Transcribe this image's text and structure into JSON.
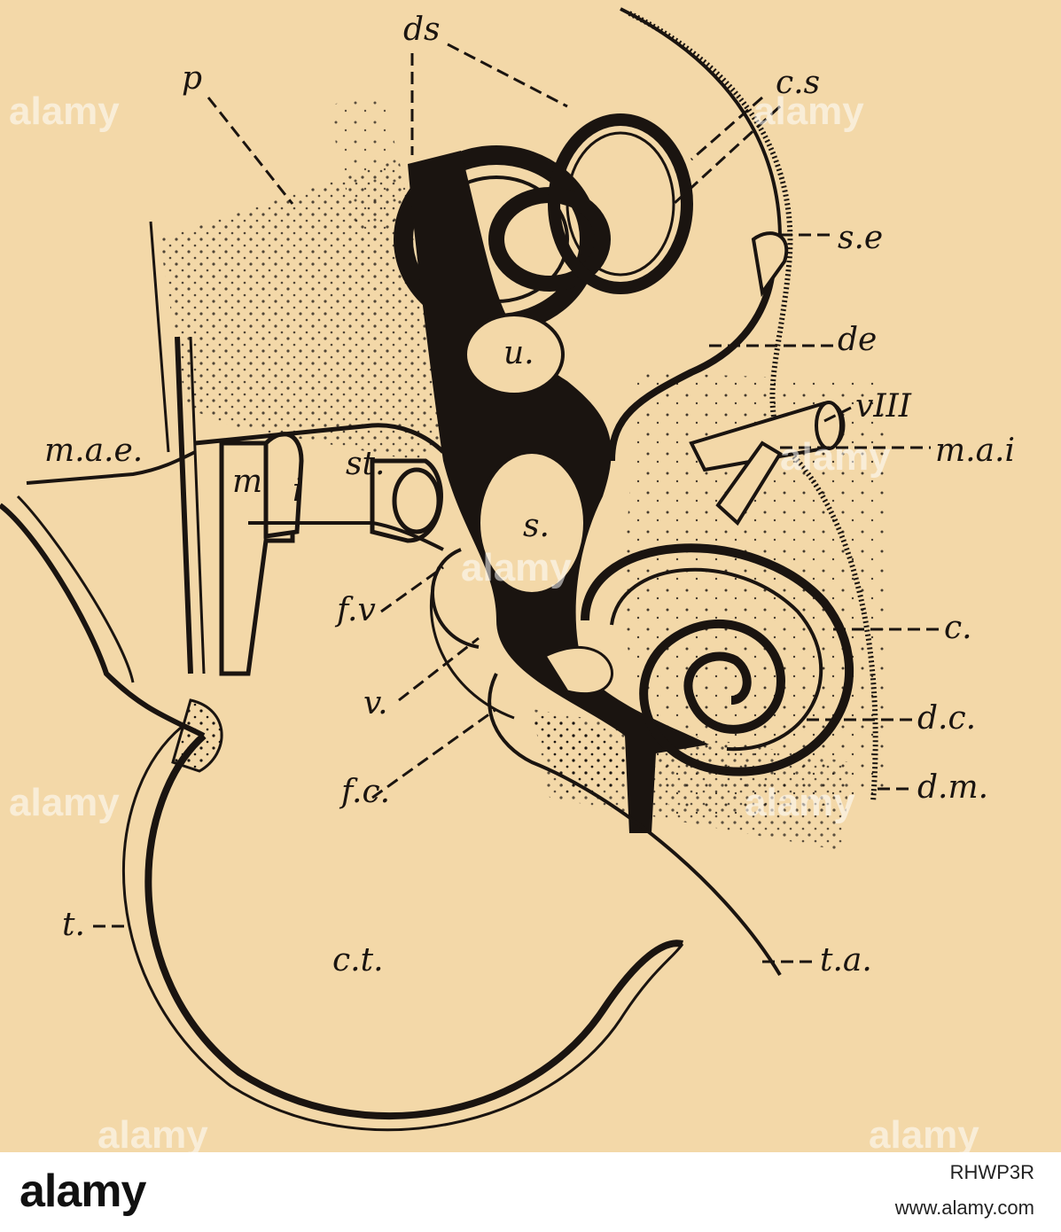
{
  "labels": {
    "ds": "ds",
    "cs": "c.s",
    "p": "p",
    "se": "s.e",
    "de": "de",
    "u": "u.",
    "viii": "vIII",
    "mae": "m.a.e.",
    "mai": "m.a.i",
    "m": "m",
    "i": "i",
    "st": "st.",
    "s": "s.",
    "fv": "f.v",
    "c": "c.",
    "v": "v.",
    "dc": "d.c.",
    "fc": "f.c.",
    "dm": "d.m.",
    "t": "t.",
    "ct": "c.t.",
    "ta": "t.a."
  },
  "watermark": {
    "text": "alamy"
  },
  "footer": {
    "brand": "alamy",
    "image_id": "RHWP3R",
    "site": "www.alamy.com"
  },
  "colors": {
    "paper": "#f3d8a8",
    "ink": "#1a1410",
    "footer_bg": "#ffffff"
  }
}
